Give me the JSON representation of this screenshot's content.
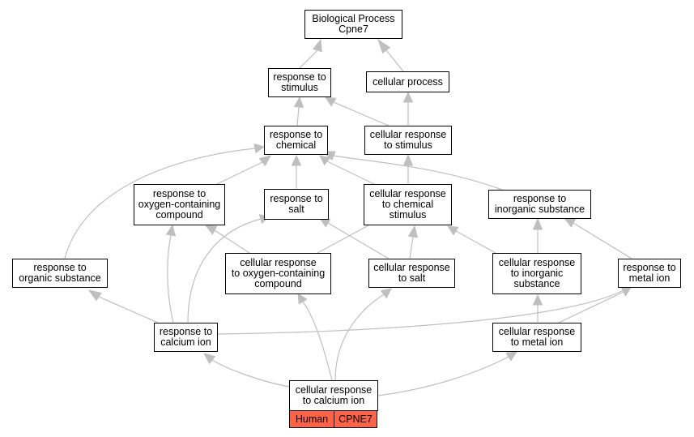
{
  "colors": {
    "edge": "#bfbfbf",
    "node_border": "#000000",
    "node_fill": "#ffffff",
    "tag_fill": "#ff6347"
  },
  "nodes": {
    "root": "Biological Process\nCpne7",
    "response_to_stimulus": "response to\nstimulus",
    "cellular_process": "cellular process",
    "response_to_chemical": "response to\nchemical",
    "cellular_response_to_stimulus": "cellular response\nto stimulus",
    "response_to_oxygen_containing_compound": "response to\noxygen-containing\ncompound",
    "response_to_salt": "response to\nsalt",
    "cellular_response_to_chemical_stimulus": "cellular response\nto chemical\nstimulus",
    "response_to_inorganic_substance": "response to\ninorganic substance",
    "response_to_organic_substance": "response to\norganic substance",
    "cellular_response_to_oxygen_containing_compound": "cellular response\nto oxygen-containing\ncompound",
    "cellular_response_to_salt": "cellular response\nto salt",
    "cellular_response_to_inorganic_substance": "cellular response\nto inorganic\nsubstance",
    "response_to_metal_ion": "response to\nmetal ion",
    "response_to_calcium_ion": "response to\ncalcium ion",
    "cellular_response_to_metal_ion": "cellular response\nto metal ion",
    "cellular_response_to_calcium_ion": "cellular response\nto calcium ion"
  },
  "tags": {
    "species": "Human",
    "gene": "CPNE7"
  }
}
